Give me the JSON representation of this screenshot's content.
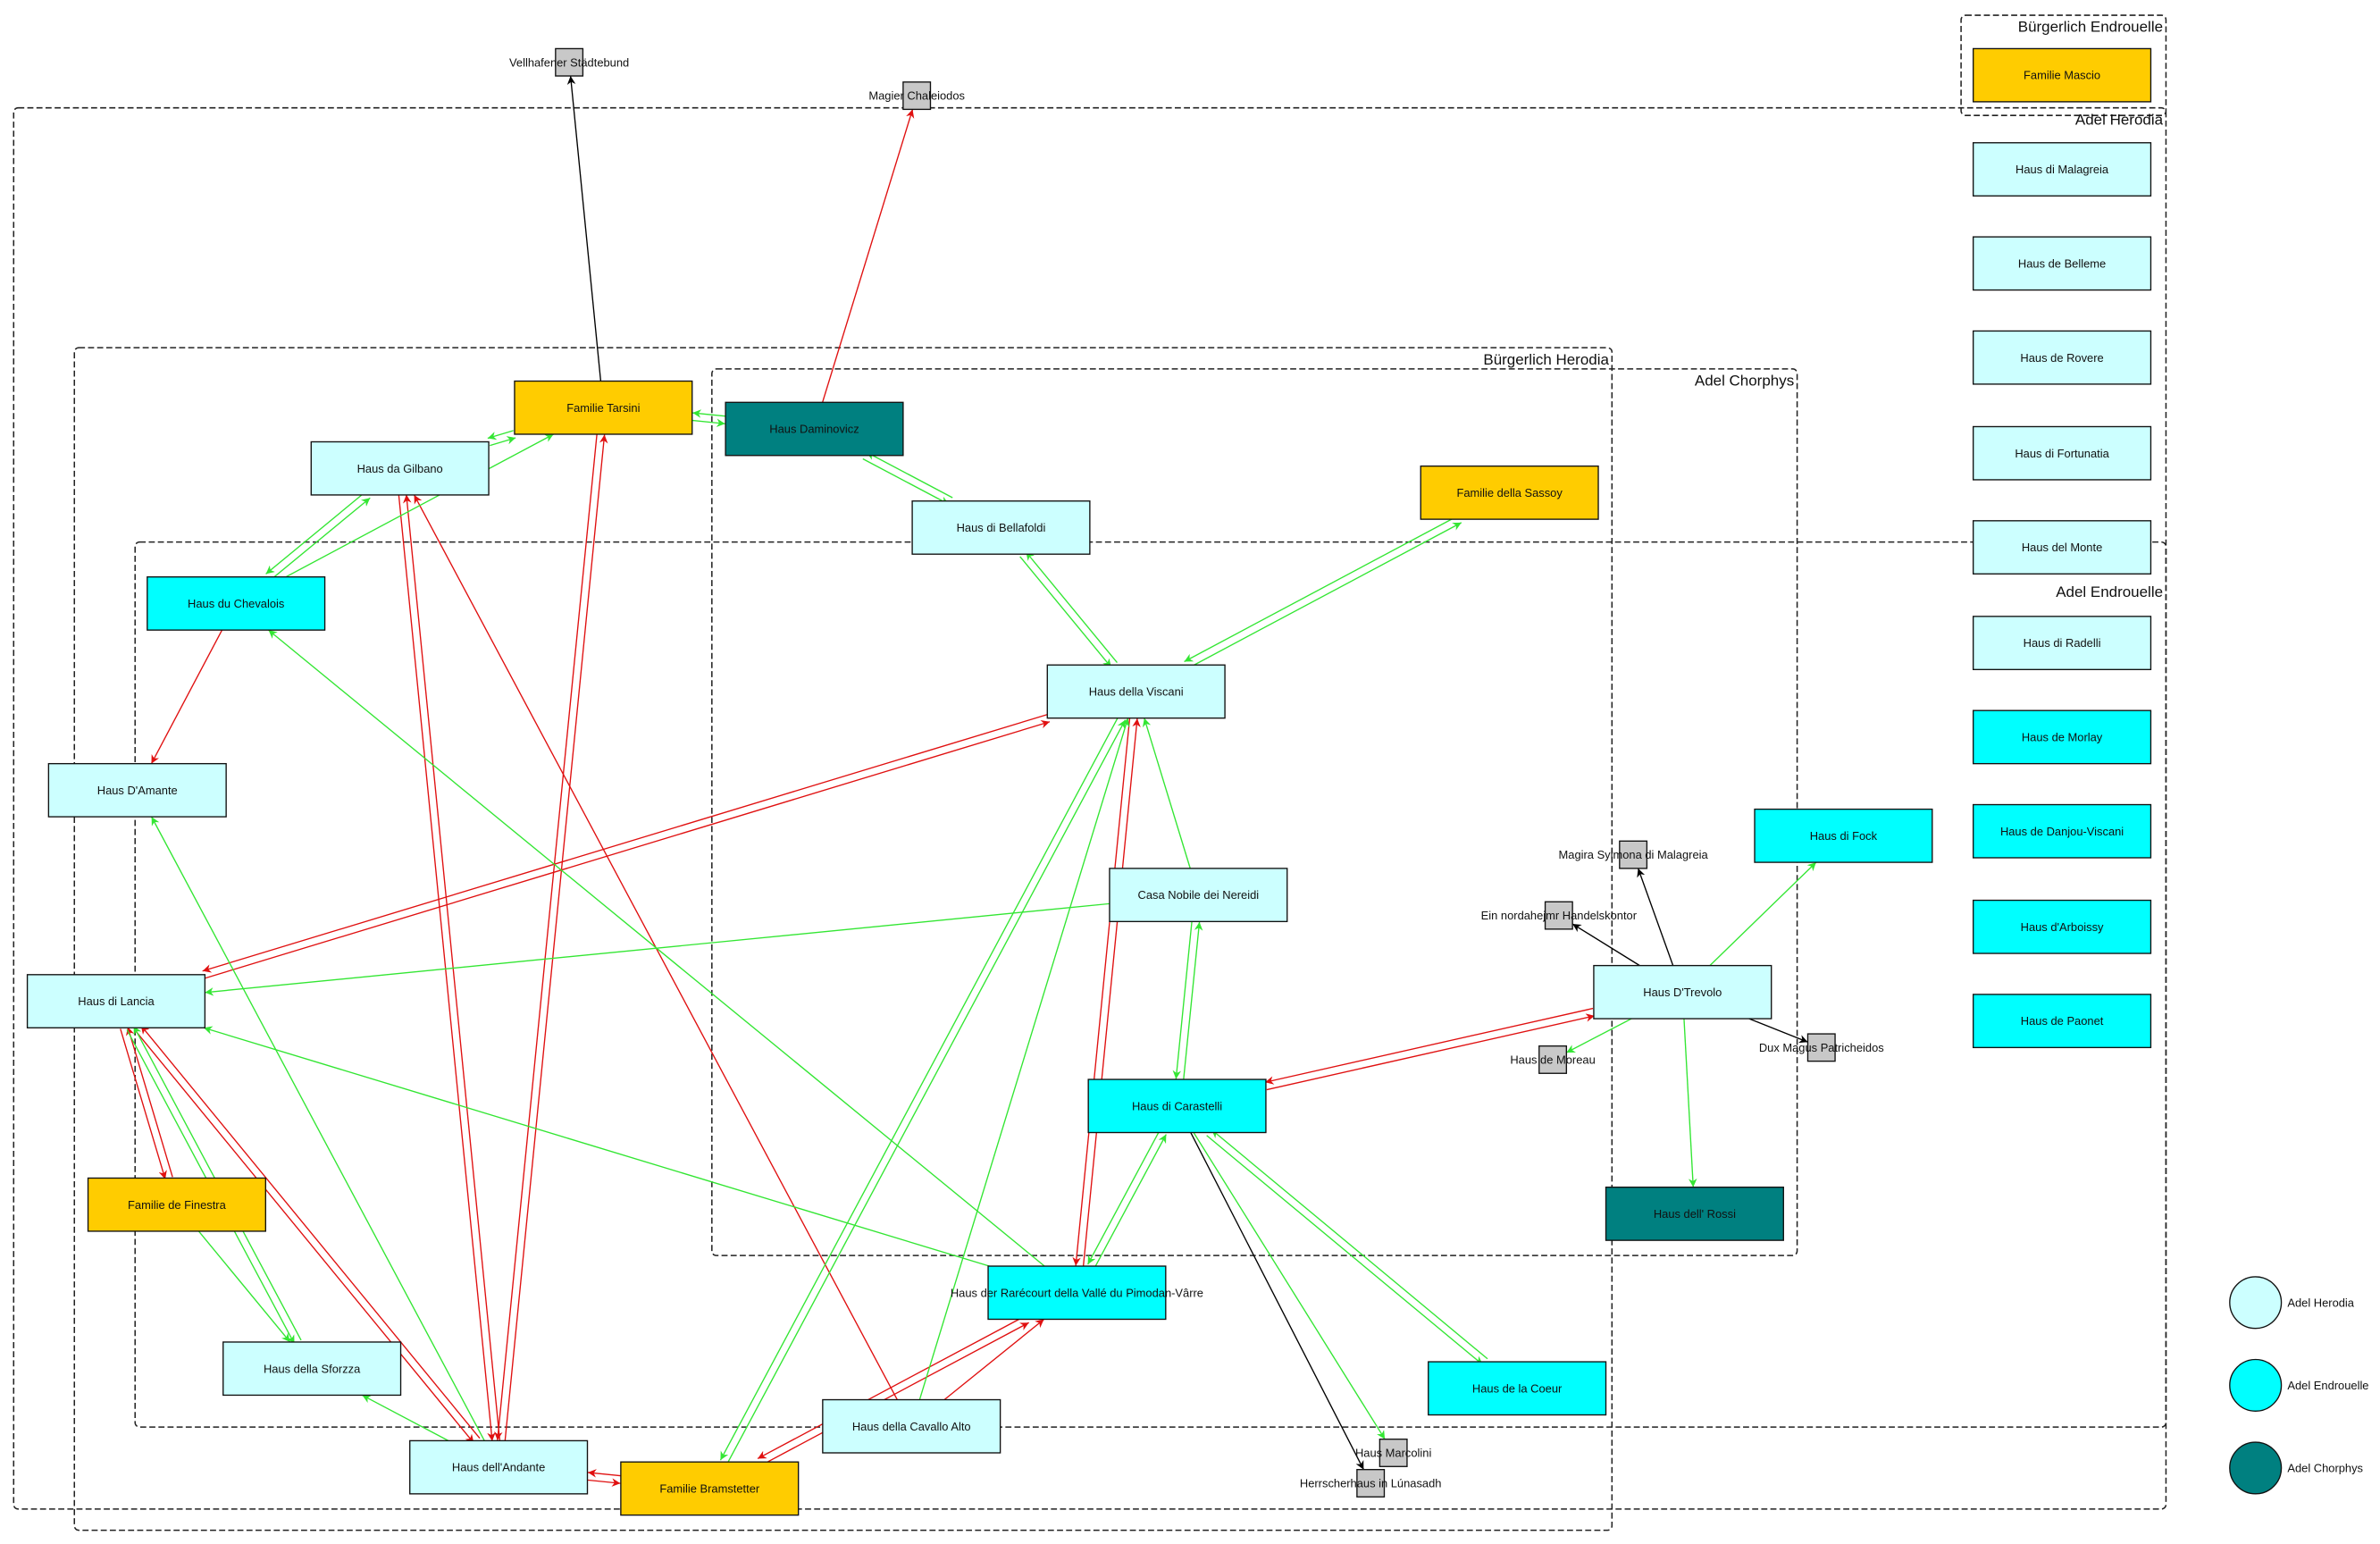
{
  "colors": {
    "adel_herodia": "#CCFFFF",
    "adel_endrouelle": "#00FFFF",
    "adel_chorphys": "#008080",
    "buergerlich": "#FFCC00",
    "external": "#C8C8C8",
    "edge_hostile": "#E01010",
    "edge_friendly": "#33E633",
    "edge_neutral": "#000000"
  },
  "clusters": [
    {
      "id": "buergerlich_endrouelle",
      "label": "Bürgerlich Endrouelle"
    },
    {
      "id": "adel_herodia",
      "label": "Adel Herodia"
    },
    {
      "id": "buergerlich_herodia",
      "label": "Bürgerlich Herodia"
    },
    {
      "id": "adel_chorphys",
      "label": "Adel Chorphys"
    },
    {
      "id": "adel_endrouelle",
      "label": "Adel Endrouelle"
    }
  ],
  "nodes": [
    {
      "id": "mascio",
      "label": "Familie Mascio",
      "type": "buergerlich"
    },
    {
      "id": "malagreia",
      "label": "Haus di Malagreia",
      "type": "adel_herodia"
    },
    {
      "id": "belleme",
      "label": "Haus de Belleme",
      "type": "adel_herodia"
    },
    {
      "id": "rovere",
      "label": "Haus de Rovere",
      "type": "adel_herodia"
    },
    {
      "id": "fortunatia",
      "label": "Haus di Fortunatia",
      "type": "adel_herodia"
    },
    {
      "id": "monte",
      "label": "Haus del Monte",
      "type": "adel_herodia"
    },
    {
      "id": "radelli",
      "label": "Haus di Radelli",
      "type": "adel_herodia"
    },
    {
      "id": "morlay",
      "label": "Haus de Morlay",
      "type": "adel_endrouelle"
    },
    {
      "id": "danjou",
      "label": "Haus de Danjou-Viscani",
      "type": "adel_endrouelle"
    },
    {
      "id": "arboissy",
      "label": "Haus d'Arboissy",
      "type": "adel_endrouelle"
    },
    {
      "id": "paonet",
      "label": "Haus de Paonet",
      "type": "adel_endrouelle"
    },
    {
      "id": "tarsini",
      "label": "Familie Tarsini",
      "type": "buergerlich"
    },
    {
      "id": "daminovicz",
      "label": "Haus Daminovicz",
      "type": "adel_chorphys"
    },
    {
      "id": "gilbano",
      "label": "Haus da Gilbano",
      "type": "adel_herodia"
    },
    {
      "id": "bellafoldi",
      "label": "Haus di Bellafoldi",
      "type": "adel_herodia"
    },
    {
      "id": "sassoy",
      "label": "Familie della Sassoy",
      "type": "buergerlich"
    },
    {
      "id": "chevalois",
      "label": "Haus du Chevalois",
      "type": "adel_endrouelle"
    },
    {
      "id": "viscani",
      "label": "Haus della Viscani",
      "type": "adel_herodia"
    },
    {
      "id": "amante",
      "label": "Haus D'Amante",
      "type": "adel_herodia"
    },
    {
      "id": "fock",
      "label": "Haus di Fock",
      "type": "adel_endrouelle"
    },
    {
      "id": "nereidi",
      "label": "Casa Nobile dei Nereidi",
      "type": "adel_herodia"
    },
    {
      "id": "lancia",
      "label": "Haus di Lancia",
      "type": "adel_herodia"
    },
    {
      "id": "trevolo",
      "label": "Haus D'Trevolo",
      "type": "adel_herodia"
    },
    {
      "id": "carastelli",
      "label": "Haus di Carastelli",
      "type": "adel_endrouelle"
    },
    {
      "id": "finestra",
      "label": "Familie de Finestra",
      "type": "buergerlich"
    },
    {
      "id": "rossi",
      "label": "Haus dell' Rossi",
      "type": "adel_chorphys"
    },
    {
      "id": "rarecourt",
      "label": "Haus der Rarécourt della Vallé du Pimodan-Vârre",
      "type": "adel_endrouelle"
    },
    {
      "id": "sforzza",
      "label": "Haus della Sforzza",
      "type": "adel_herodia"
    },
    {
      "id": "coeur",
      "label": "Haus de la Coeur",
      "type": "adel_endrouelle"
    },
    {
      "id": "cavallo",
      "label": "Haus della Cavallo Alto",
      "type": "adel_herodia"
    },
    {
      "id": "andante",
      "label": "Haus dell'Andante",
      "type": "adel_herodia"
    },
    {
      "id": "bramstetter",
      "label": "Familie Bramstetter",
      "type": "buergerlich"
    },
    {
      "id": "vellhafener",
      "label": "Vellhafener Städtebund",
      "type": "external"
    },
    {
      "id": "chaleiodos",
      "label": "Magier Chaleiodos",
      "type": "external"
    },
    {
      "id": "magira",
      "label": "Magira Sylmona di Malagreia",
      "type": "external"
    },
    {
      "id": "nordahejmr",
      "label": "Ein nordahejmr Handelskontor",
      "type": "external"
    },
    {
      "id": "moreau",
      "label": "Haus de Moreau",
      "type": "external"
    },
    {
      "id": "dux",
      "label": "Dux Magus Patricheidos",
      "type": "external"
    },
    {
      "id": "marcolini",
      "label": "Haus Marcolini",
      "type": "external"
    },
    {
      "id": "lunasadh",
      "label": "Herrscherhaus in Lúnasadh",
      "type": "external"
    }
  ],
  "edges": [
    {
      "from": "tarsini",
      "to": "vellhafener",
      "kind": "neutral"
    },
    {
      "from": "carastelli",
      "to": "lunasadh",
      "kind": "neutral"
    },
    {
      "from": "trevolo",
      "to": "nordahejmr",
      "kind": "neutral"
    },
    {
      "from": "trevolo",
      "to": "magira",
      "kind": "neutral"
    },
    {
      "from": "trevolo",
      "to": "dux",
      "kind": "neutral"
    },
    {
      "from": "daminovicz",
      "to": "chaleiodos",
      "kind": "hostile"
    },
    {
      "from": "chevalois",
      "to": "amante",
      "kind": "hostile"
    },
    {
      "from": "viscani",
      "to": "lancia",
      "kind": "hostile",
      "mutual": true
    },
    {
      "from": "lancia",
      "to": "finestra",
      "kind": "hostile",
      "mutual": true
    },
    {
      "from": "lancia",
      "to": "andante",
      "kind": "hostile",
      "mutual": true
    },
    {
      "from": "gilbano",
      "to": "andante",
      "kind": "hostile",
      "mutual": true
    },
    {
      "from": "tarsini",
      "to": "andante",
      "kind": "hostile",
      "mutual": true
    },
    {
      "from": "cavallo",
      "to": "gilbano",
      "kind": "hostile"
    },
    {
      "from": "viscani",
      "to": "rarecourt",
      "kind": "hostile",
      "mutual": true
    },
    {
      "from": "bramstetter",
      "to": "rarecourt",
      "kind": "hostile",
      "mutual": true
    },
    {
      "from": "cavallo",
      "to": "rarecourt",
      "kind": "hostile"
    },
    {
      "from": "andante",
      "to": "bramstetter",
      "kind": "hostile",
      "mutual": true
    },
    {
      "from": "trevolo",
      "to": "carastelli",
      "kind": "hostile",
      "mutual": true
    },
    {
      "from": "tarsini",
      "to": "daminovicz",
      "kind": "friendly",
      "mutual": true
    },
    {
      "from": "gilbano",
      "to": "tarsini",
      "kind": "friendly",
      "mutual": true
    },
    {
      "from": "chevalois",
      "to": "gilbano",
      "kind": "friendly",
      "mutual": true
    },
    {
      "from": "chevalois",
      "to": "tarsini",
      "kind": "friendly"
    },
    {
      "from": "daminovicz",
      "to": "bellafoldi",
      "kind": "friendly",
      "mutual": true
    },
    {
      "from": "bellafoldi",
      "to": "viscani",
      "kind": "friendly",
      "mutual": true
    },
    {
      "from": "sassoy",
      "to": "viscani",
      "kind": "friendly",
      "mutual": true
    },
    {
      "from": "nereidi",
      "to": "viscani",
      "kind": "friendly"
    },
    {
      "from": "nereidi",
      "to": "lancia",
      "kind": "friendly"
    },
    {
      "from": "nereidi",
      "to": "carastelli",
      "kind": "friendly",
      "mutual": true
    },
    {
      "from": "rarecourt",
      "to": "chevalois",
      "kind": "friendly"
    },
    {
      "from": "rarecourt",
      "to": "lancia",
      "kind": "friendly"
    },
    {
      "from": "rarecourt",
      "to": "carastelli",
      "kind": "friendly",
      "mutual": true
    },
    {
      "from": "carastelli",
      "to": "coeur",
      "kind": "friendly",
      "mutual": true
    },
    {
      "from": "carastelli",
      "to": "marcolini",
      "kind": "friendly"
    },
    {
      "from": "trevolo",
      "to": "fock",
      "kind": "friendly"
    },
    {
      "from": "trevolo",
      "to": "moreau",
      "kind": "friendly"
    },
    {
      "from": "trevolo",
      "to": "rossi",
      "kind": "friendly"
    },
    {
      "from": "lancia",
      "to": "sforzza",
      "kind": "friendly",
      "mutual": true
    },
    {
      "from": "finestra",
      "to": "sforzza",
      "kind": "friendly"
    },
    {
      "from": "andante",
      "to": "sforzza",
      "kind": "friendly"
    },
    {
      "from": "andante",
      "to": "amante",
      "kind": "friendly"
    },
    {
      "from": "bramstetter",
      "to": "viscani",
      "kind": "friendly",
      "mutual": true
    },
    {
      "from": "cavallo",
      "to": "viscani",
      "kind": "friendly"
    }
  ],
  "legend": [
    {
      "label": "Adel Herodia",
      "type": "adel_herodia"
    },
    {
      "label": "Adel Endrouelle",
      "type": "adel_endrouelle"
    },
    {
      "label": "Adel Chorphys",
      "type": "adel_chorphys"
    }
  ]
}
